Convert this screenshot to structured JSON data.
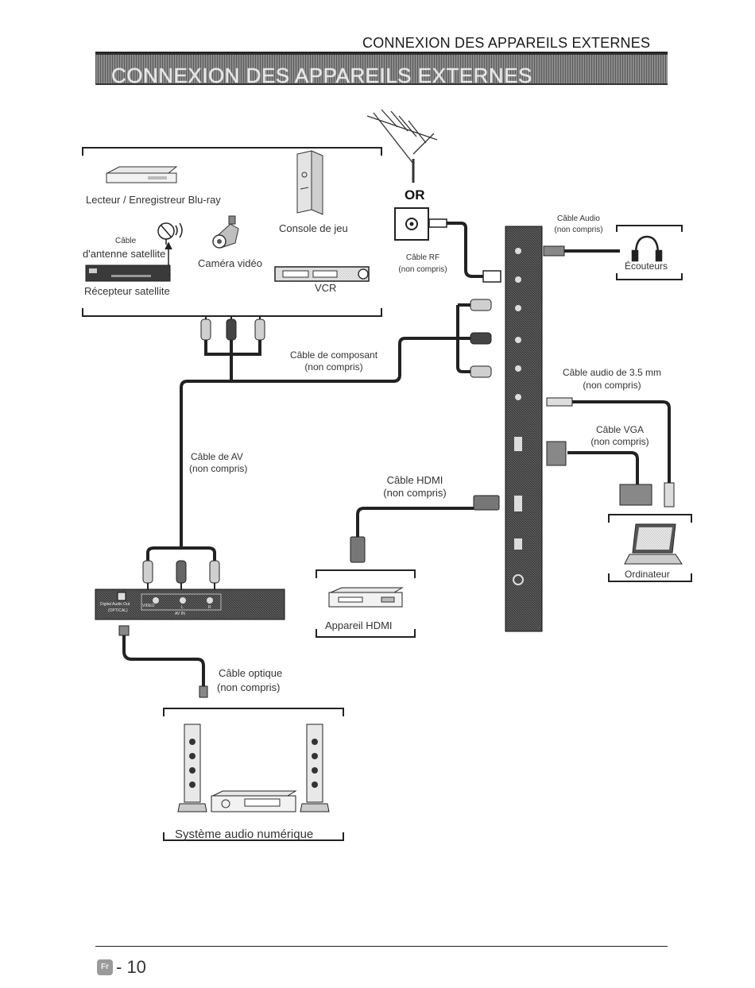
{
  "header": {
    "running_title": "CONNEXION DES APPAREILS EXTERNES",
    "banner_title": "CONNEXION DES APPAREILS EXTERNES"
  },
  "diagram": {
    "antenna_or": "OR",
    "devices": {
      "bluray": "Lecteur / Enregistreur Blu-ray",
      "console": "Console de jeu",
      "satellite_cable": "Câble",
      "satellite_antenna": "d'antenne satellite",
      "camera": "Caméra vidéo",
      "satellite_receiver": "Récepteur satellite",
      "vcr": "VCR",
      "headphones": "Écouteurs",
      "computer": "Ordinateur",
      "hdmi_device": "Appareil HDMI",
      "audio_system": "Système audio numérique"
    },
    "cables": {
      "audio_cable": "Câble Audio",
      "audio_cable_note": "(non compris)",
      "rf_cable": "Câble RF",
      "rf_cable_note": "(non compris)",
      "component_cable": "Câble de composant",
      "component_cable_note": "(non compris)",
      "audio35_cable": "Câble audio de 3.5 mm",
      "audio35_cable_note": "(non compris)",
      "vga_cable": "Câble VGA",
      "vga_cable_note": "(non compris)",
      "av_cable": "Câble de AV",
      "av_cable_note": "(non compris)",
      "hdmi_cable": "Câble HDMI",
      "hdmi_cable_note": "(non compris)",
      "optical_cable": "Câble optique",
      "optical_cable_note": "(non compris)"
    },
    "tv_panel_labels": {
      "digital_audio_out": "Digital Audio Out",
      "optical": "(OPTICAL)",
      "video": "VIDEO",
      "l": "L",
      "r": "R",
      "av_in": "AV IN"
    }
  },
  "footer": {
    "lang_badge": "Fr",
    "page_number": "- 10"
  }
}
